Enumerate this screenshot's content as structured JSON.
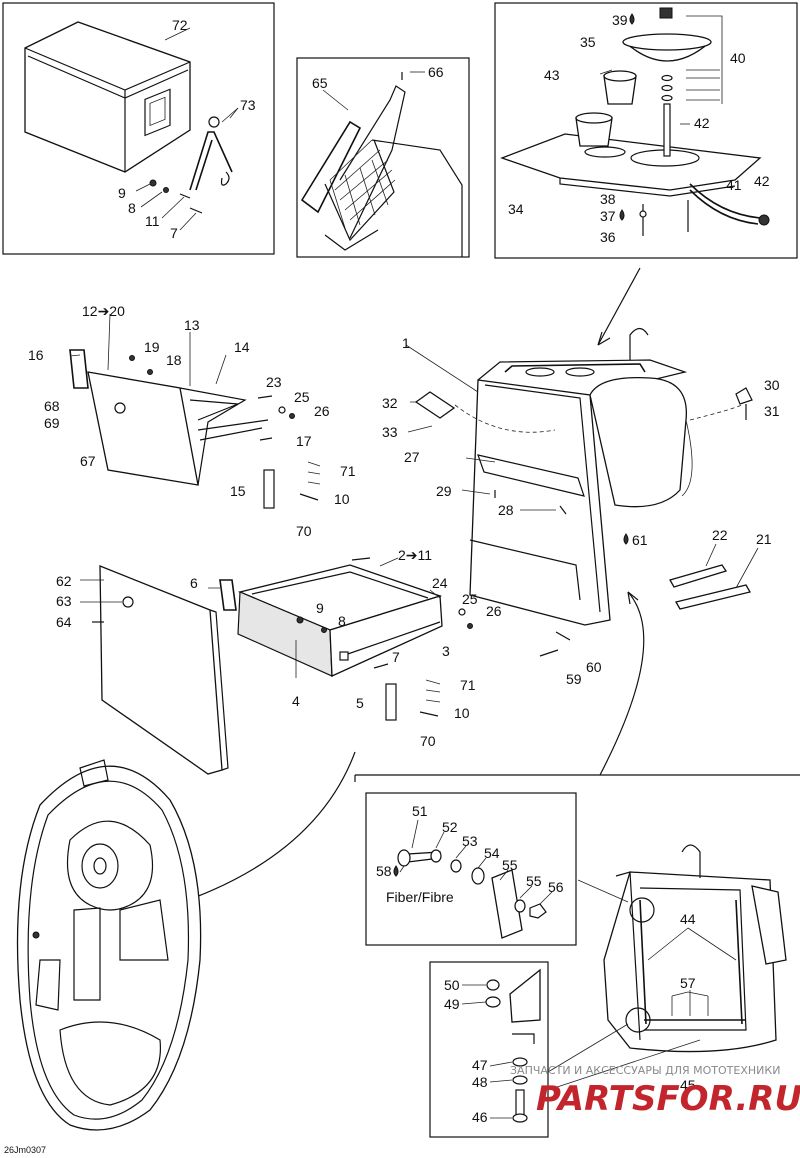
{
  "callouts": {
    "c72": "72",
    "c73": "73",
    "c9a": "9",
    "c8a": "8",
    "c11a": "11",
    "c7a": "7",
    "c65": "65",
    "c66": "66",
    "c39": "39",
    "c35": "35",
    "c40": "40",
    "c43": "43",
    "c42a": "42",
    "c34": "34",
    "c38": "38",
    "c37": "37",
    "c36": "36",
    "c41": "41",
    "c42b": "42",
    "c12_20": "12➔20",
    "c13": "13",
    "c14": "14",
    "c16": "16",
    "c19": "19",
    "c18": "18",
    "c23": "23",
    "c25a": "25",
    "c26a": "26",
    "c17": "17",
    "c68": "68",
    "c69": "69",
    "c67": "67",
    "c71a": "71",
    "c15": "15",
    "c10a": "10",
    "c70a": "70",
    "c1": "1",
    "c30": "30",
    "c31": "31",
    "c32": "32",
    "c33": "33",
    "c27": "27",
    "c29": "29",
    "c28": "28",
    "c61": "61",
    "c22": "22",
    "c21": "21",
    "c60": "60",
    "c59": "59",
    "c62": "62",
    "c63": "63",
    "c64": "64",
    "c6": "6",
    "c2_11": "2➔11",
    "c24": "24",
    "c25b": "25",
    "c26b": "26",
    "c9b": "9",
    "c8b": "8",
    "c3": "3",
    "c7b": "7",
    "c4": "4",
    "c71b": "71",
    "c5": "5",
    "c10b": "10",
    "c70b": "70",
    "c51": "51",
    "c52": "52",
    "c53": "53",
    "c54": "54",
    "c55a": "55",
    "c55b": "55",
    "c56": "56",
    "c58": "58",
    "fiber": "Fiber/Fibre",
    "c44": "44",
    "c57": "57",
    "c45": "45",
    "c50": "50",
    "c49": "49",
    "c47": "47",
    "c48": "48",
    "c46": "46"
  },
  "diagram_code": "26Jm0307",
  "watermark": {
    "tagline": "ЗАПЧАСТИ И АКСЕССУАРЫ ДЛЯ МОТОТЕХНИКИ",
    "brand": "PARTSFOR.RU"
  },
  "colors": {
    "line": "#111111",
    "watermark_red": "#c2262c",
    "watermark_gray": "#8a8a8a"
  }
}
